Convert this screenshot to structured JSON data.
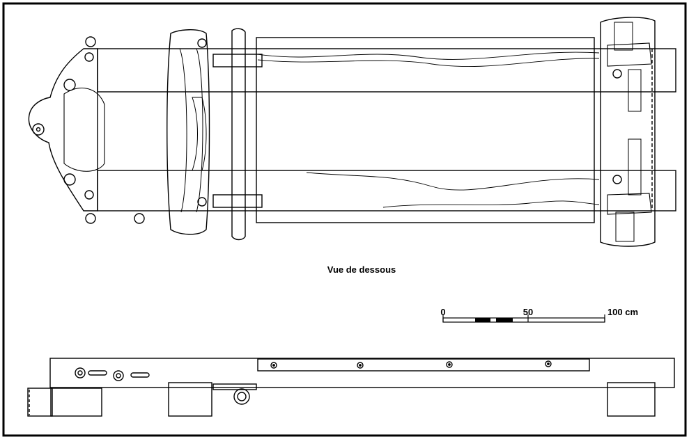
{
  "figure": {
    "caption": "Vue de dessous",
    "scale": {
      "tick_labels": [
        "0",
        "50",
        "100 cm"
      ]
    }
  },
  "colors": {
    "ink": "#000000",
    "paper": "#ffffff"
  }
}
